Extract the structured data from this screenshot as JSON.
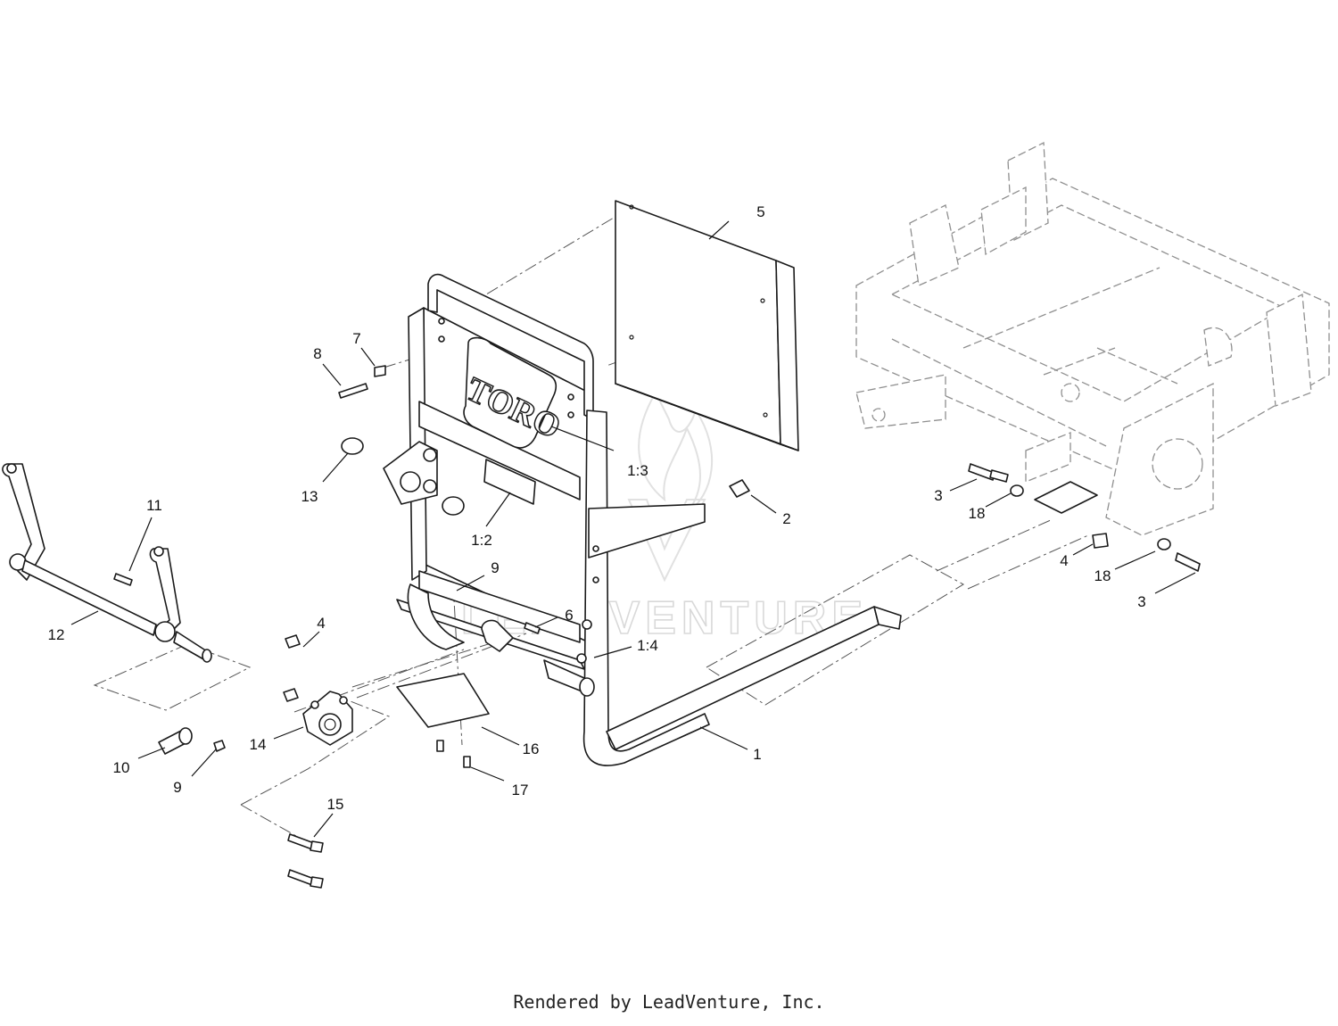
{
  "callouts": [
    {
      "label": "5"
    },
    {
      "label": "7"
    },
    {
      "label": "8"
    },
    {
      "label": "13"
    },
    {
      "label": "1:3"
    },
    {
      "label": "1:2"
    },
    {
      "label": "2"
    },
    {
      "label": "11"
    },
    {
      "label": "12"
    },
    {
      "label": "9"
    },
    {
      "label": "6"
    },
    {
      "label": "1:4"
    },
    {
      "label": "4"
    },
    {
      "label": "14"
    },
    {
      "label": "10"
    },
    {
      "label": "9"
    },
    {
      "label": "16"
    },
    {
      "label": "17"
    },
    {
      "label": "1"
    },
    {
      "label": "15"
    },
    {
      "label": "3"
    },
    {
      "label": "18"
    },
    {
      "label": "4"
    },
    {
      "label": "18"
    },
    {
      "label": "3"
    }
  ],
  "backrest_logo": "TORO",
  "watermark": "LEADVENTURE",
  "footer": "Rendered by LeadVenture, Inc."
}
